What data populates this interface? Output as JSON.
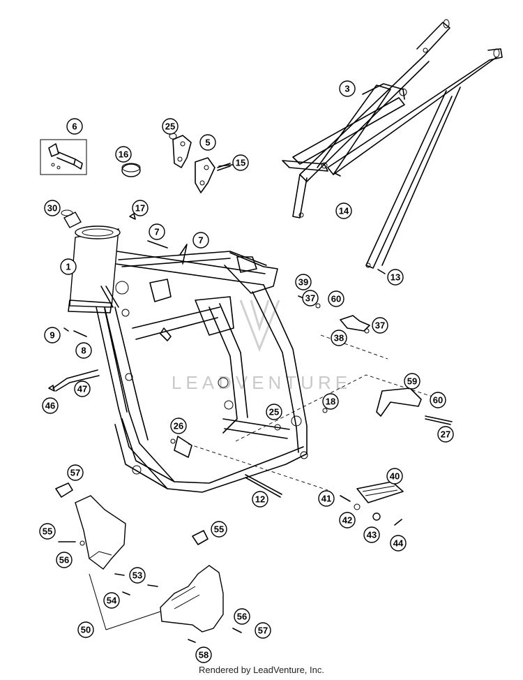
{
  "watermark": "LEADVENTURE",
  "footer": "Rendered by LeadVenture, Inc.",
  "callouts": [
    "1",
    "3",
    "5",
    "6",
    "7",
    "7",
    "8",
    "9",
    "12",
    "13",
    "14",
    "15",
    "16",
    "17",
    "18",
    "25",
    "25",
    "26",
    "27",
    "30",
    "37",
    "37",
    "38",
    "39",
    "40",
    "41",
    "42",
    "43",
    "44",
    "46",
    "47",
    "50",
    "53",
    "54",
    "55",
    "55",
    "56",
    "56",
    "57",
    "57",
    "58",
    "59",
    "60",
    "60"
  ]
}
